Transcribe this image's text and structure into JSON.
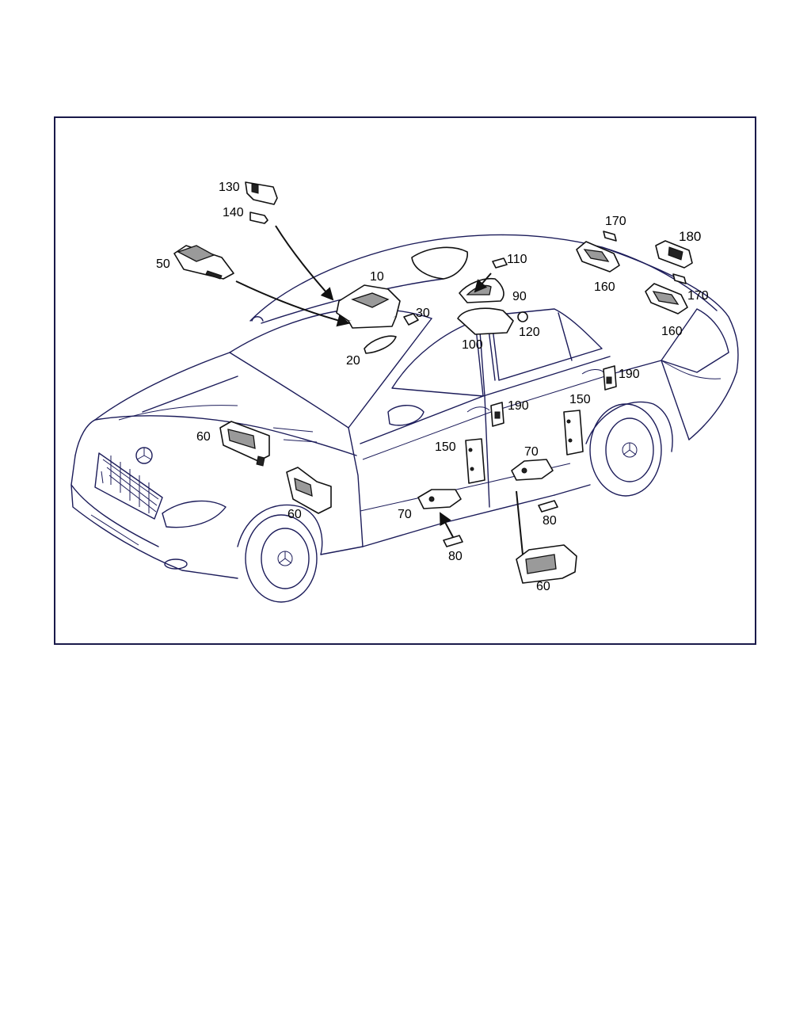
{
  "diagram": {
    "callouts": {
      "c10": "10",
      "c20": "20",
      "c30": "30",
      "c50": "50",
      "c60a": "60",
      "c60b": "60",
      "c60c": "60",
      "c70a": "70",
      "c70b": "70",
      "c80a": "80",
      "c80b": "80",
      "c90": "90",
      "c100": "100",
      "c110": "110",
      "c120": "120",
      "c130": "130",
      "c140": "140",
      "c150a": "150",
      "c150b": "150",
      "c160a": "160",
      "c160b": "160",
      "c170a": "170",
      "c170b": "170",
      "c180": "180",
      "c190a": "190",
      "c190b": "190"
    }
  }
}
